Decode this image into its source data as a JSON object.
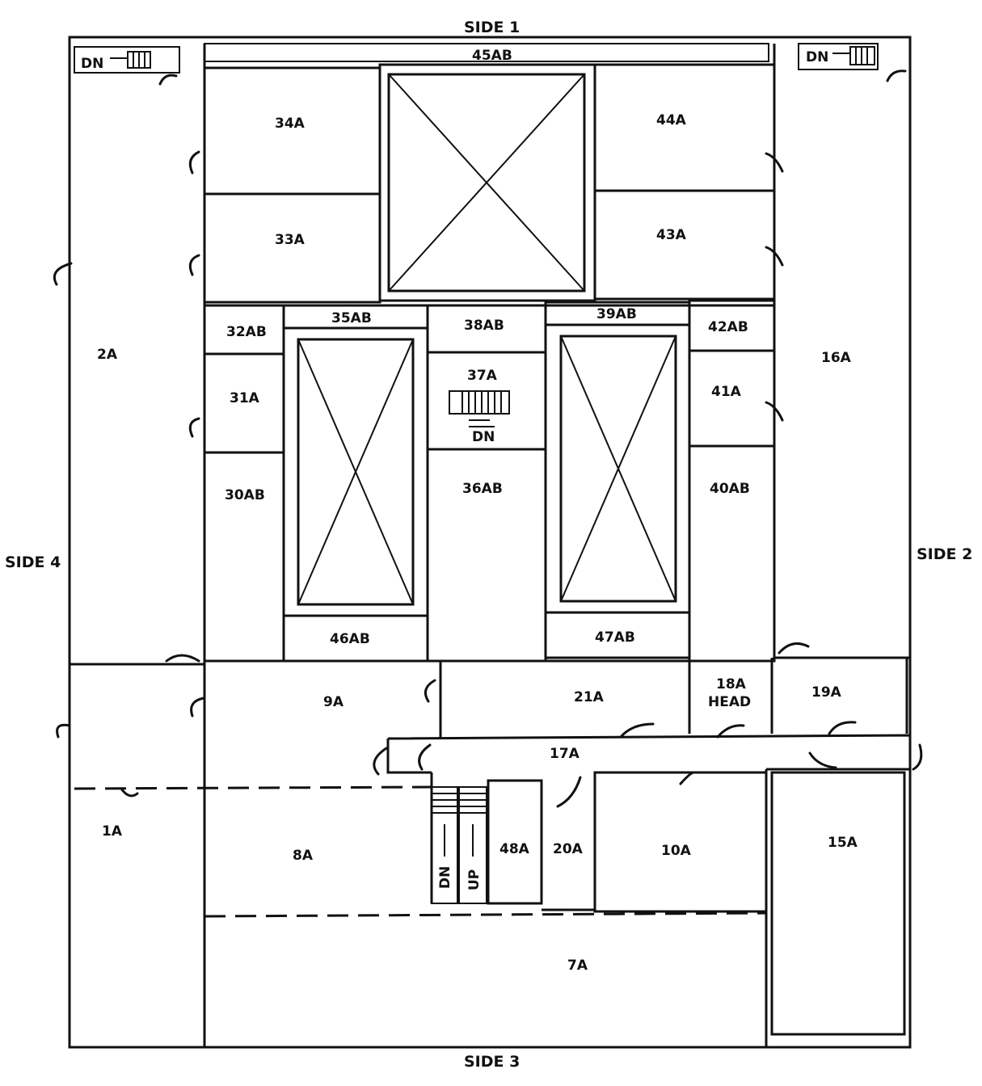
{
  "sides": {
    "side1": "SIDE 1",
    "side2": "SIDE 2",
    "side3": "SIDE 3",
    "side4": "SIDE 4"
  },
  "rooms": {
    "r34A": "34A",
    "r44A": "44A",
    "r33A": "33A",
    "r43A": "43A",
    "r45AB": "45AB",
    "r35AB": "35AB",
    "r38AB": "38AB",
    "r39AB": "39AB",
    "r32AB": "32AB",
    "r42AB": "42AB",
    "r2A": "2A",
    "r16A": "16A",
    "r37A": "37A",
    "r31A": "31A",
    "r41A": "41A",
    "r30AB": "30AB",
    "r36AB": "36AB",
    "r40AB": "40AB",
    "r46AB": "46AB",
    "r47AB": "47AB",
    "r9A": "9A",
    "r21A": "21A",
    "r18A": "18A",
    "r18A_head": "HEAD",
    "r19A": "19A",
    "r17A": "17A",
    "r1A": "1A",
    "r8A": "8A",
    "r48A": "48A",
    "r20A": "20A",
    "r10A": "10A",
    "r15A": "15A",
    "r7A": "7A"
  },
  "stairs": {
    "dn_top_left": "DN",
    "dn_top_right": "DN",
    "dn_center": "DN",
    "dn_lower": "DN",
    "up_lower": "UP"
  }
}
